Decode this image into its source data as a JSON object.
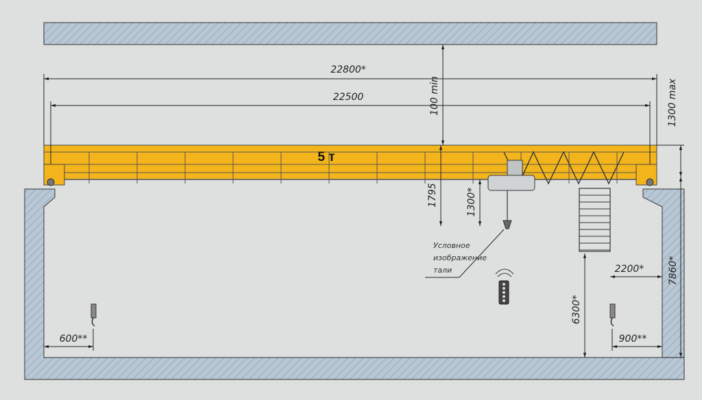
{
  "crane": {
    "capacity_label": "5 т",
    "beam_color": "#f3b51b",
    "wall_hatch_color": "#8aa3bd",
    "background_color": "#dde0df"
  },
  "dimensions": {
    "overall_span": "22800*",
    "crane_span": "22500",
    "top_clearance": "100 min",
    "right_top": "1300 max",
    "crane_height": "1795",
    "hoist_height": "1300*",
    "rail_height": "7860*",
    "ladder_offset": "2200*",
    "ladder_height": "6300*",
    "left_approach": "600**",
    "right_approach": "900**"
  },
  "hoist_note": [
    "Условное",
    "изображение",
    "тали"
  ],
  "icons": {
    "pendant": "pendant-control-icon",
    "hook": "hook-block-icon",
    "ladder": "ladder-icon",
    "hoist": "electric-hoist-icon"
  }
}
